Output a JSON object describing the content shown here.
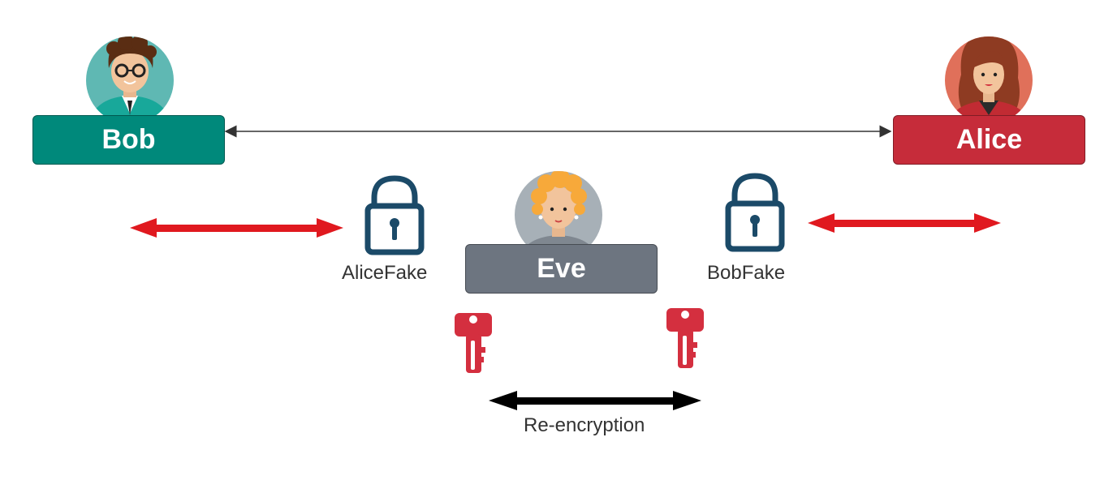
{
  "colors": {
    "bob": "#00897b",
    "alice": "#c62c3a",
    "eve": "#6d7580",
    "lock": "#1b4a68",
    "key": "#d42f3f",
    "red_arrow": "#e0191f",
    "connector": "#333333",
    "reencryption_arrow": "#000000"
  },
  "participants": {
    "bob": {
      "name": "Bob",
      "avatar": "man-with-glasses-avatar"
    },
    "alice": {
      "name": "Alice",
      "avatar": "woman-with-long-hair-avatar"
    },
    "eve": {
      "name": "Eve",
      "avatar": "woman-with-curly-hair-avatar"
    }
  },
  "locks": {
    "left": {
      "label": "AliceFake",
      "icon": "padlock-icon"
    },
    "right": {
      "label": "BobFake",
      "icon": "padlock-icon"
    }
  },
  "keys": {
    "icon": "key-icon"
  },
  "reencryption": {
    "label": "Re-encryption"
  }
}
